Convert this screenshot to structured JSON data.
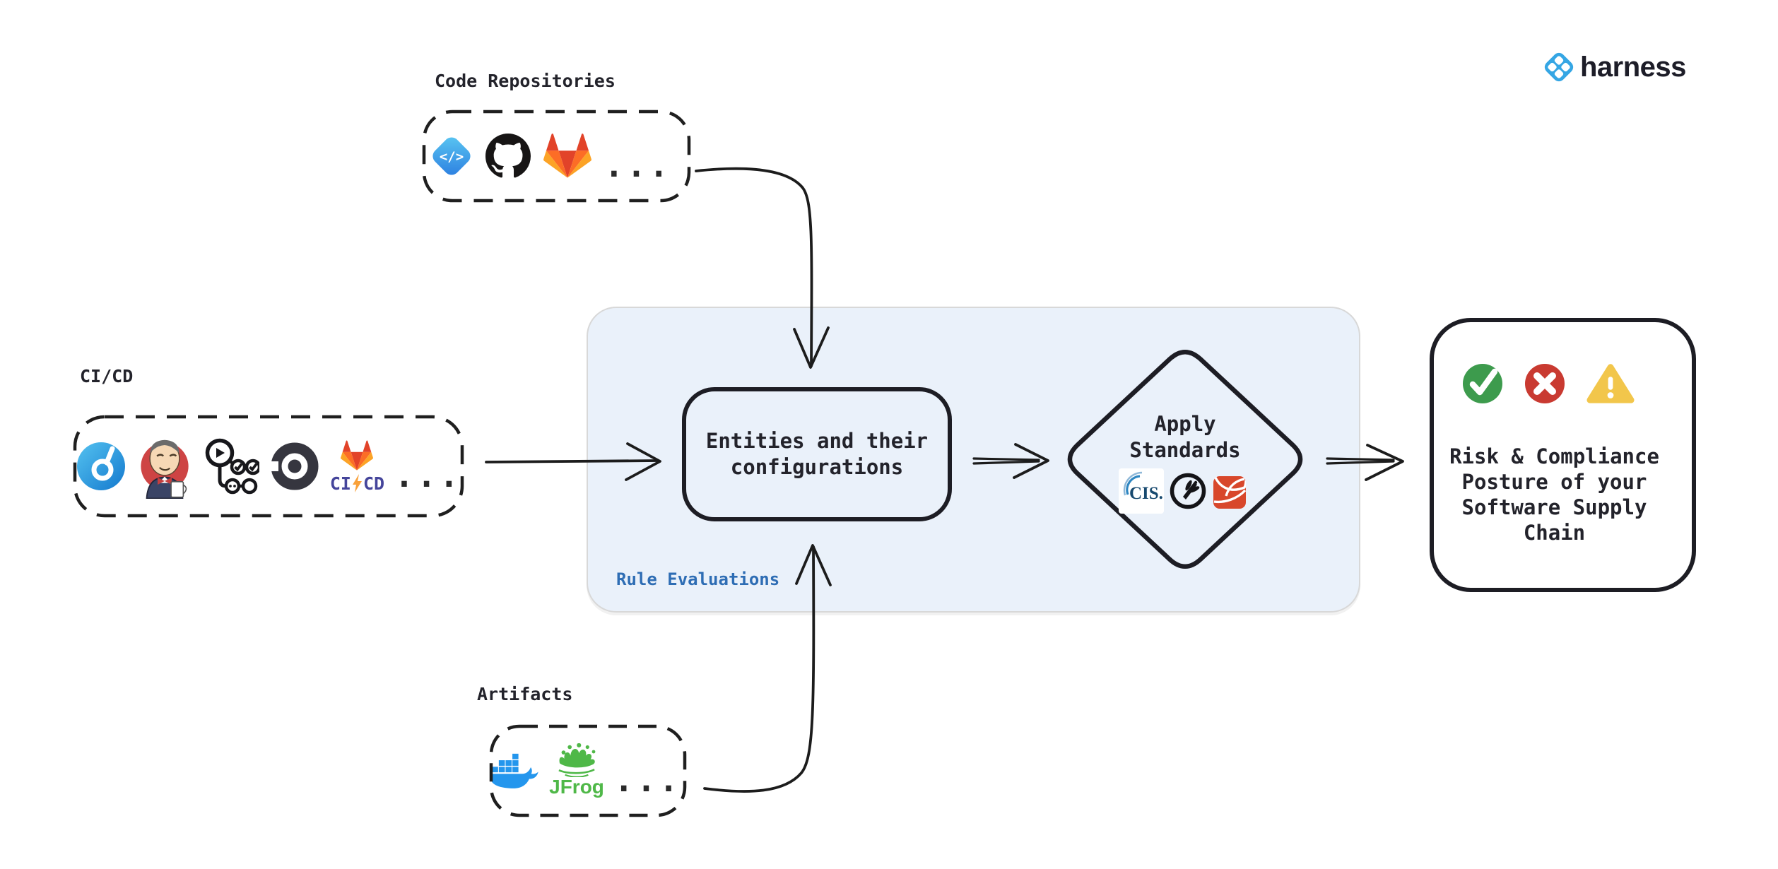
{
  "brand": {
    "name": "harness"
  },
  "sources": {
    "code_repositories": {
      "label": "Code Repositories",
      "icons": [
        "harness-code",
        "github",
        "gitlab"
      ],
      "more": "...",
      "harness_code_glyph": "</>"
    },
    "cicd": {
      "label": "CI/CD",
      "icons": [
        "harness-ci",
        "jenkins",
        "github-actions",
        "circleci",
        "gitlab-cicd"
      ],
      "gitlab_ci": "CI",
      "gitlab_cd": "CD",
      "more": "..."
    },
    "artifacts": {
      "label": "Artifacts",
      "icons": [
        "docker",
        "jfrog"
      ],
      "jfrog_label": "JFrog",
      "more": "..."
    }
  },
  "evaluation": {
    "panel_label": "Rule Evaluations",
    "entities_lines": [
      "Entities and their",
      "configurations"
    ],
    "diamond_lines": [
      "Apply",
      "Standards"
    ],
    "standards_icons": [
      "cis",
      "owasp",
      "red-ribbon-standard"
    ],
    "cis_label": "CIS."
  },
  "result": {
    "status_icons": [
      "pass-check",
      "fail-cross",
      "warning-triangle"
    ],
    "lines": [
      "Risk & Compliance",
      "Posture of your",
      "Software Supply",
      "Chain"
    ]
  },
  "colors": {
    "panel_bg": "#EAF1FA",
    "panel_border": "#D8D8D8",
    "ink": "#1D1D24",
    "rule_label_blue": "#2E6DB4",
    "harness_blue": "#35A6E4",
    "pass_green": "#3D9B4D",
    "fail_red": "#C93A31",
    "warn_yellow": "#F2C64B",
    "docker_blue": "#2496ED",
    "jfrog_green": "#4FB848",
    "gitlab_orange": "#FC6D26",
    "gitlab_red": "#E24329",
    "gitlab_yellow": "#FCA326"
  }
}
